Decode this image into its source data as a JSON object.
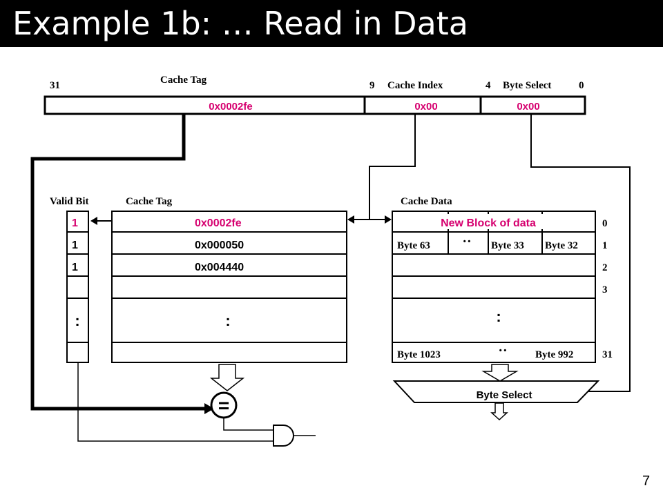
{
  "title": "Example 1b:  … Read in Data",
  "page_number": "7",
  "colors": {
    "highlight": "#d6006f",
    "text": "#000000",
    "title_bg": "#000000",
    "title_fg": "#ffffff"
  },
  "address": {
    "bit_31": "31",
    "bit_9": "9",
    "bit_4": "4",
    "bit_0": "0",
    "tag_label": "Cache Tag",
    "index_label": "Cache Index",
    "select_label": "Byte Select",
    "tag_value": "0x0002fe",
    "index_value": "0x00",
    "select_value": "0x00"
  },
  "cache": {
    "valid_header": "Valid Bit",
    "tag_header": "Cache Tag",
    "data_header": "Cache Data",
    "rows": [
      {
        "valid": "1",
        "tag": "0x0002fe",
        "data": "New Block of data",
        "index": "0"
      },
      {
        "valid": "1",
        "tag": "0x000050",
        "byte_left": "Byte 63",
        "byte_mid": "Byte 33",
        "byte_right": "Byte 32",
        "index": "1"
      },
      {
        "valid": "1",
        "tag": "0x004440",
        "index": "2"
      },
      {
        "index": "3"
      },
      {
        "index": "31",
        "byte_left": "Byte 1023",
        "byte_right": "Byte 992"
      }
    ],
    "ellipsis": ":",
    "h_ellipsis": "··"
  },
  "byte_select_mux": "Byte Select",
  "comparator_symbol": "="
}
